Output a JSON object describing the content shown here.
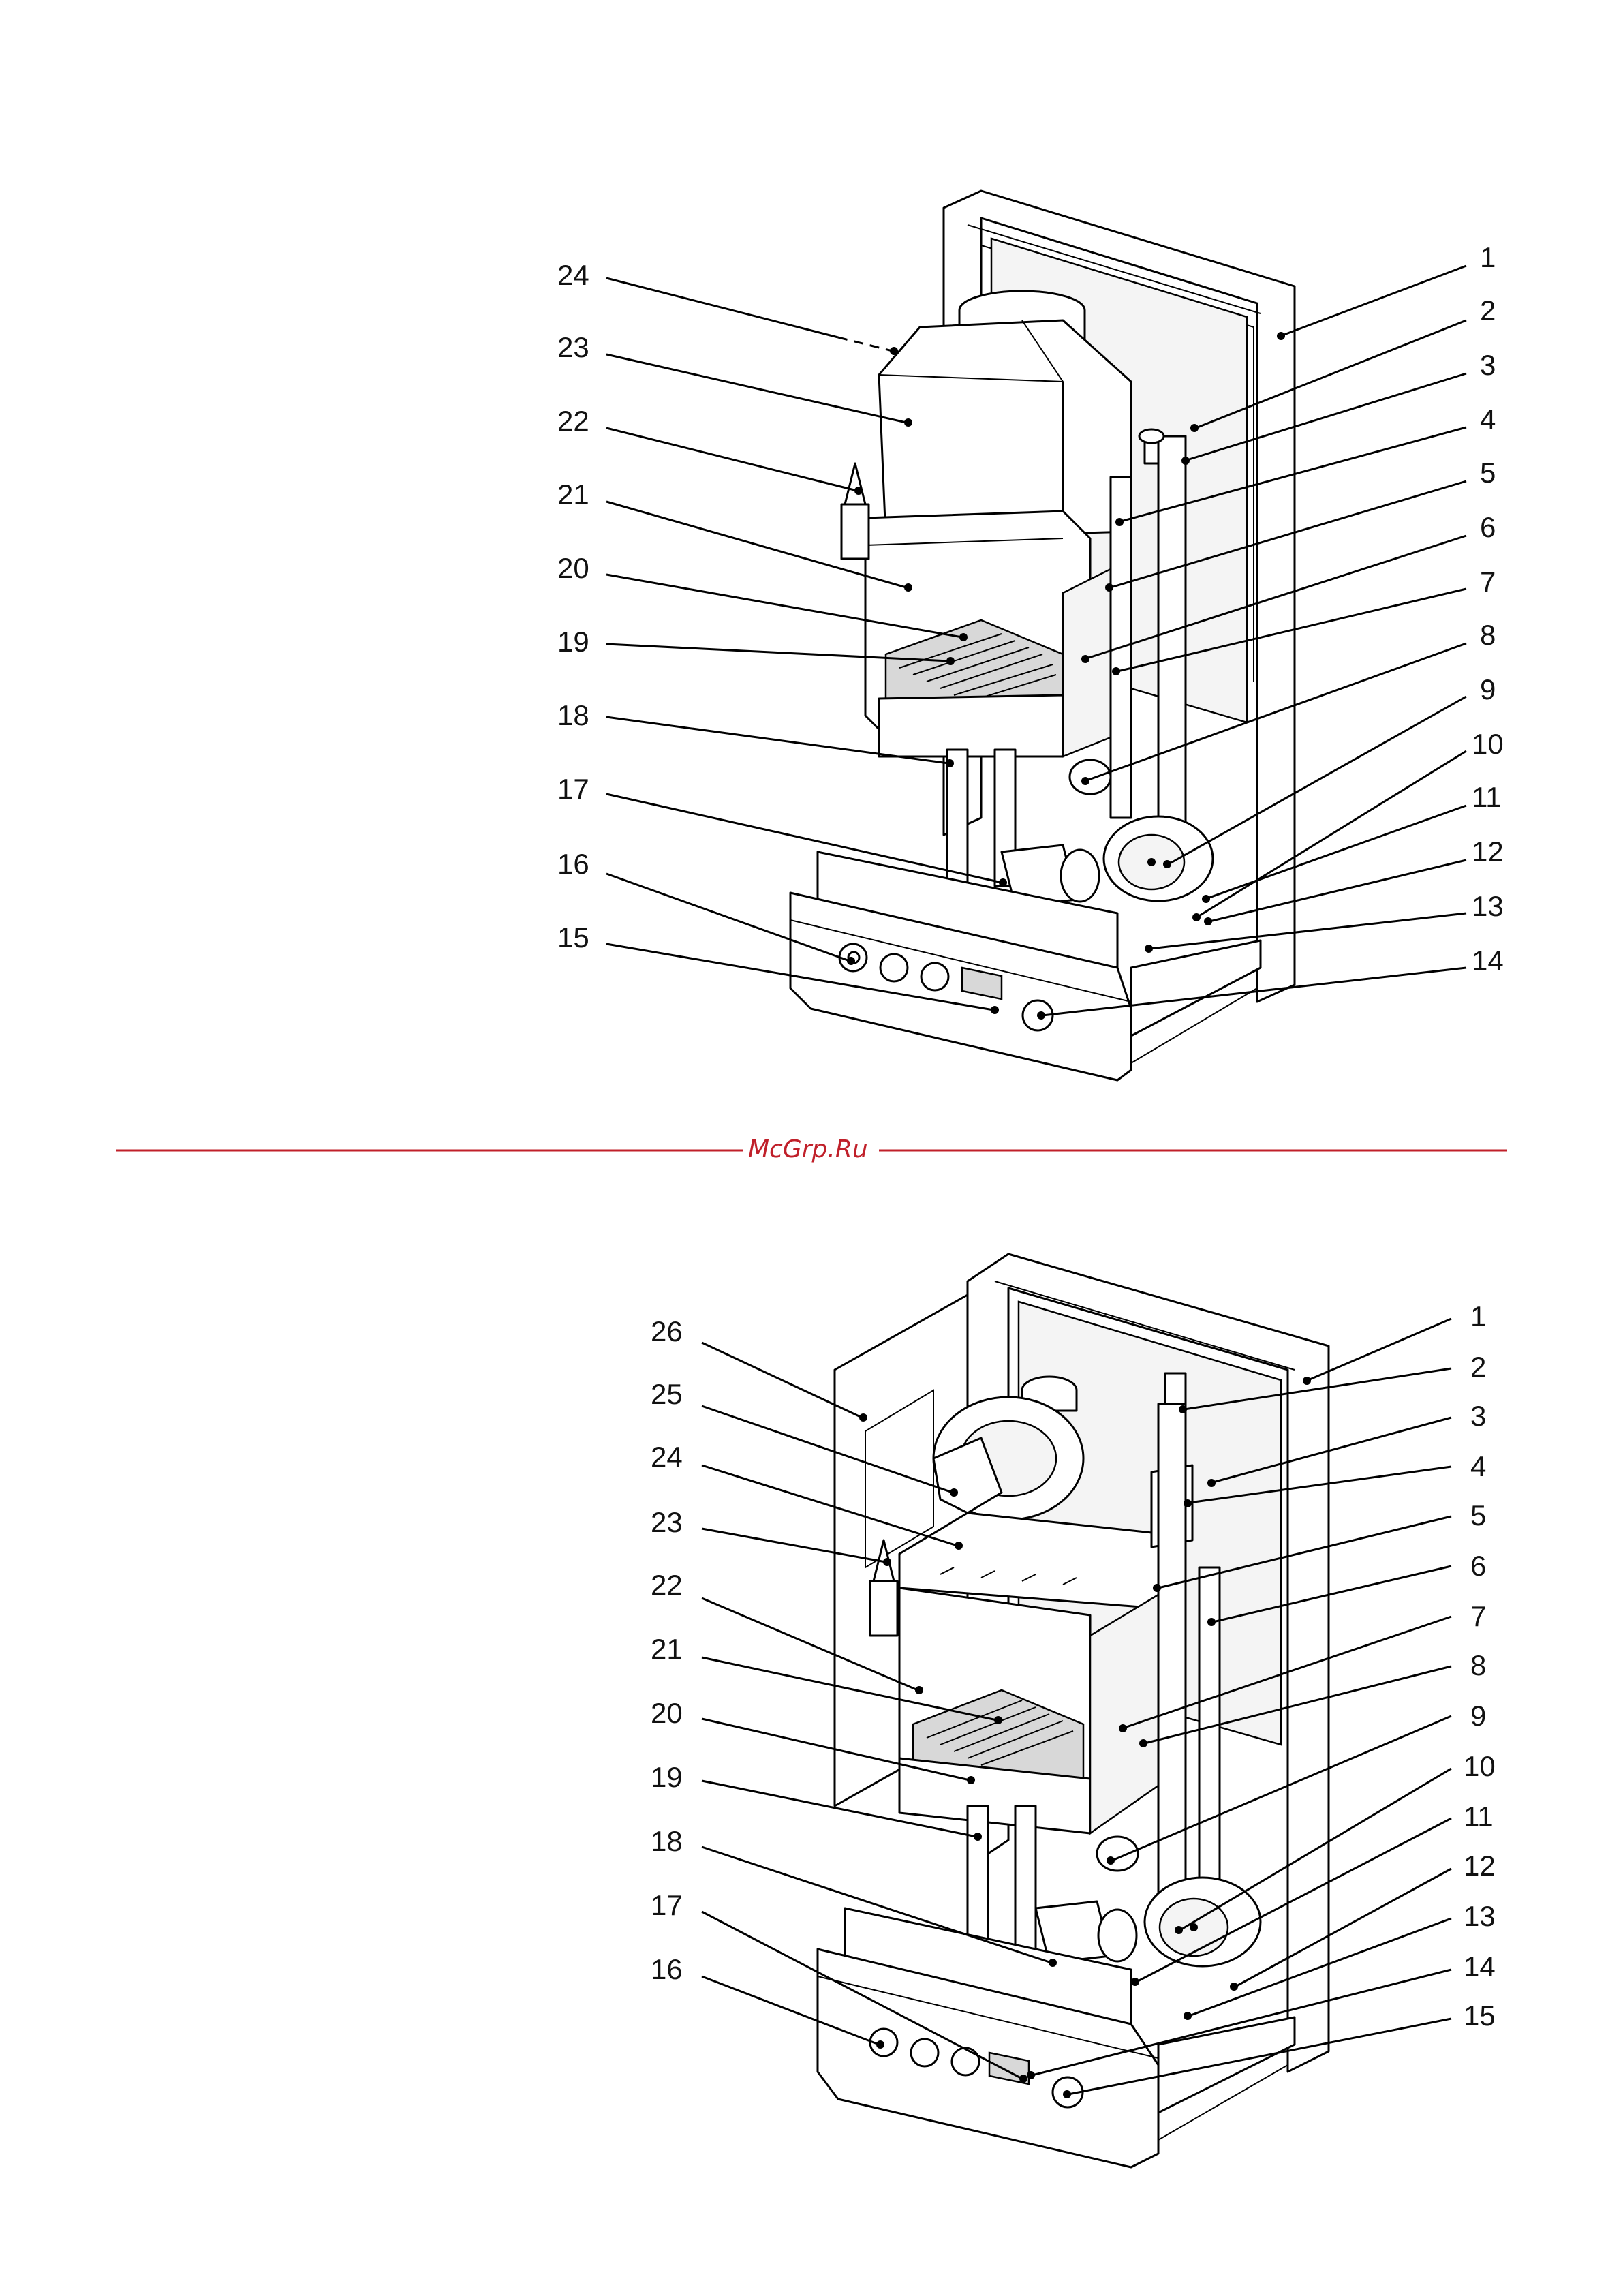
{
  "watermark": "McGrp.Ru",
  "colors": {
    "divider": "#c0202a",
    "ink": "#000000"
  },
  "diagram_top": {
    "callouts_left": [
      "24",
      "23",
      "22",
      "21",
      "20",
      "19",
      "18",
      "17",
      "16",
      "15"
    ],
    "callouts_right": [
      "1",
      "2",
      "3",
      "4",
      "5",
      "6",
      "7",
      "8",
      "9",
      "10",
      "11",
      "12",
      "13",
      "14"
    ]
  },
  "diagram_bottom": {
    "callouts_left": [
      "26",
      "25",
      "24",
      "23",
      "22",
      "21",
      "20",
      "19",
      "18",
      "17",
      "16"
    ],
    "callouts_right": [
      "1",
      "2",
      "3",
      "4",
      "5",
      "6",
      "7",
      "8",
      "9",
      "10",
      "11",
      "12",
      "13",
      "14",
      "15"
    ]
  }
}
